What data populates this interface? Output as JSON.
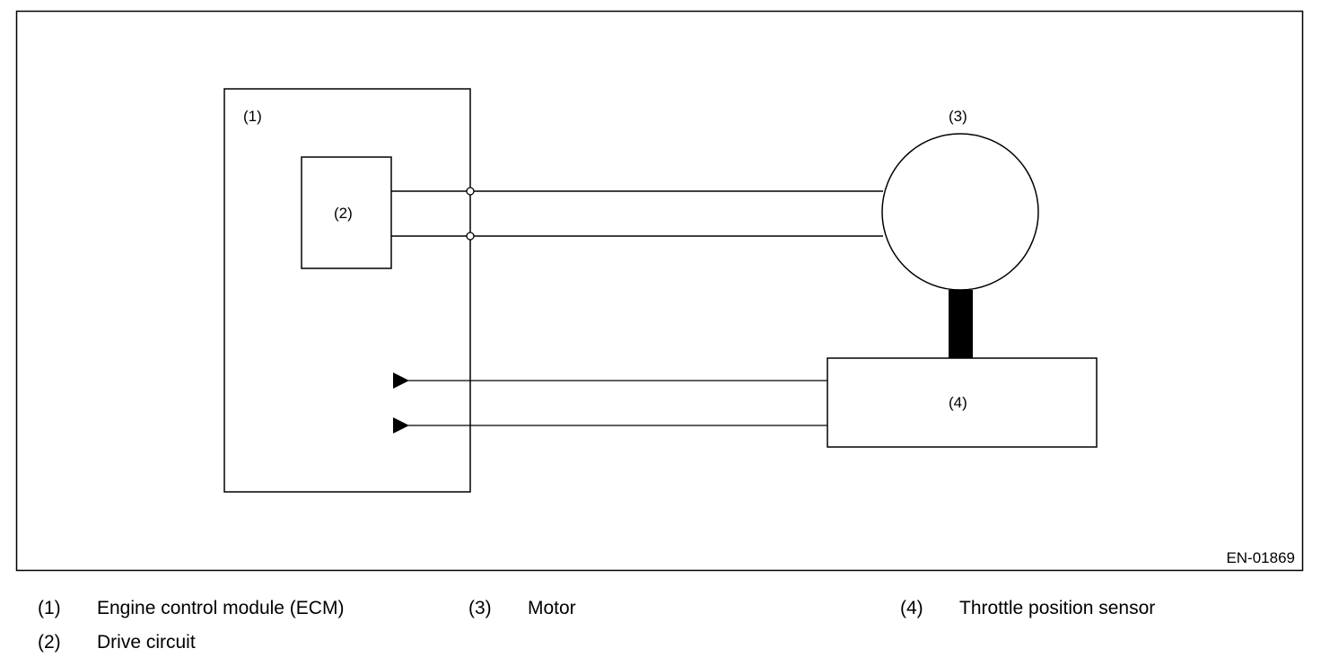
{
  "figure": {
    "id": "EN-01869",
    "callouts": {
      "ecm": "(1)",
      "drive_circuit": "(2)",
      "motor": "(3)",
      "throttle_sensor": "(4)"
    }
  },
  "legend": [
    {
      "num": "(1)",
      "text": "Engine control module (ECM)"
    },
    {
      "num": "(2)",
      "text": "Drive circuit"
    },
    {
      "num": "(3)",
      "text": "Motor"
    },
    {
      "num": "(4)",
      "text": "Throttle position sensor"
    }
  ]
}
